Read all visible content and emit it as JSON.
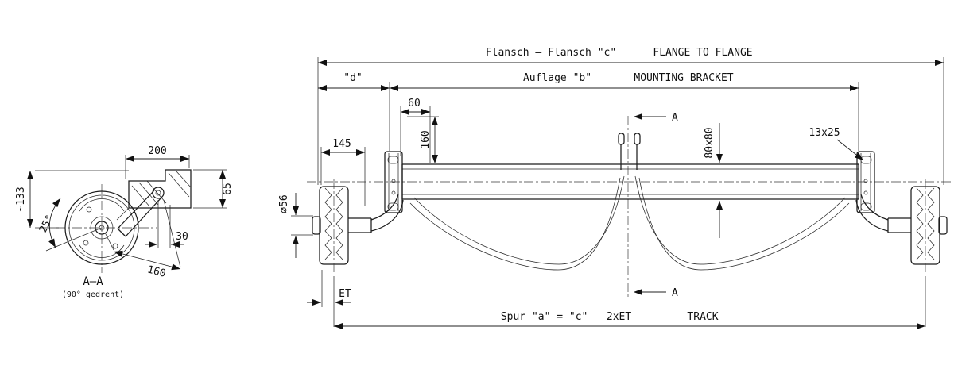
{
  "labels": {
    "section": {
      "title": "A–A",
      "subtitle": "(90° gedreht)",
      "dim_200": "200",
      "dim_65": "65",
      "dim_133": "~133",
      "dim_25": "25°",
      "dim_30": "30",
      "dim_160": "160"
    },
    "main": {
      "flange_de": "Flansch – Flansch \"c\"",
      "flange_en": "FLANGE TO FLANGE",
      "dim_d": "\"d\"",
      "bracket_de": "Auflage \"b\"",
      "bracket_en": "MOUNTING BRACKET",
      "dim_60": "60",
      "dim_160": "160",
      "dim_145": "145",
      "dim_dia56": "⌀56",
      "section_a_top": "A",
      "section_a_bottom": "A",
      "dim_8080": "80x80",
      "dim_1325": "13x25",
      "dim_et": "ET",
      "track_de": "Spur \"a\" = \"c\" – 2xET",
      "track_en": "TRACK"
    }
  },
  "colors": {
    "line": "#1c1c1c",
    "background": "#ffffff"
  }
}
